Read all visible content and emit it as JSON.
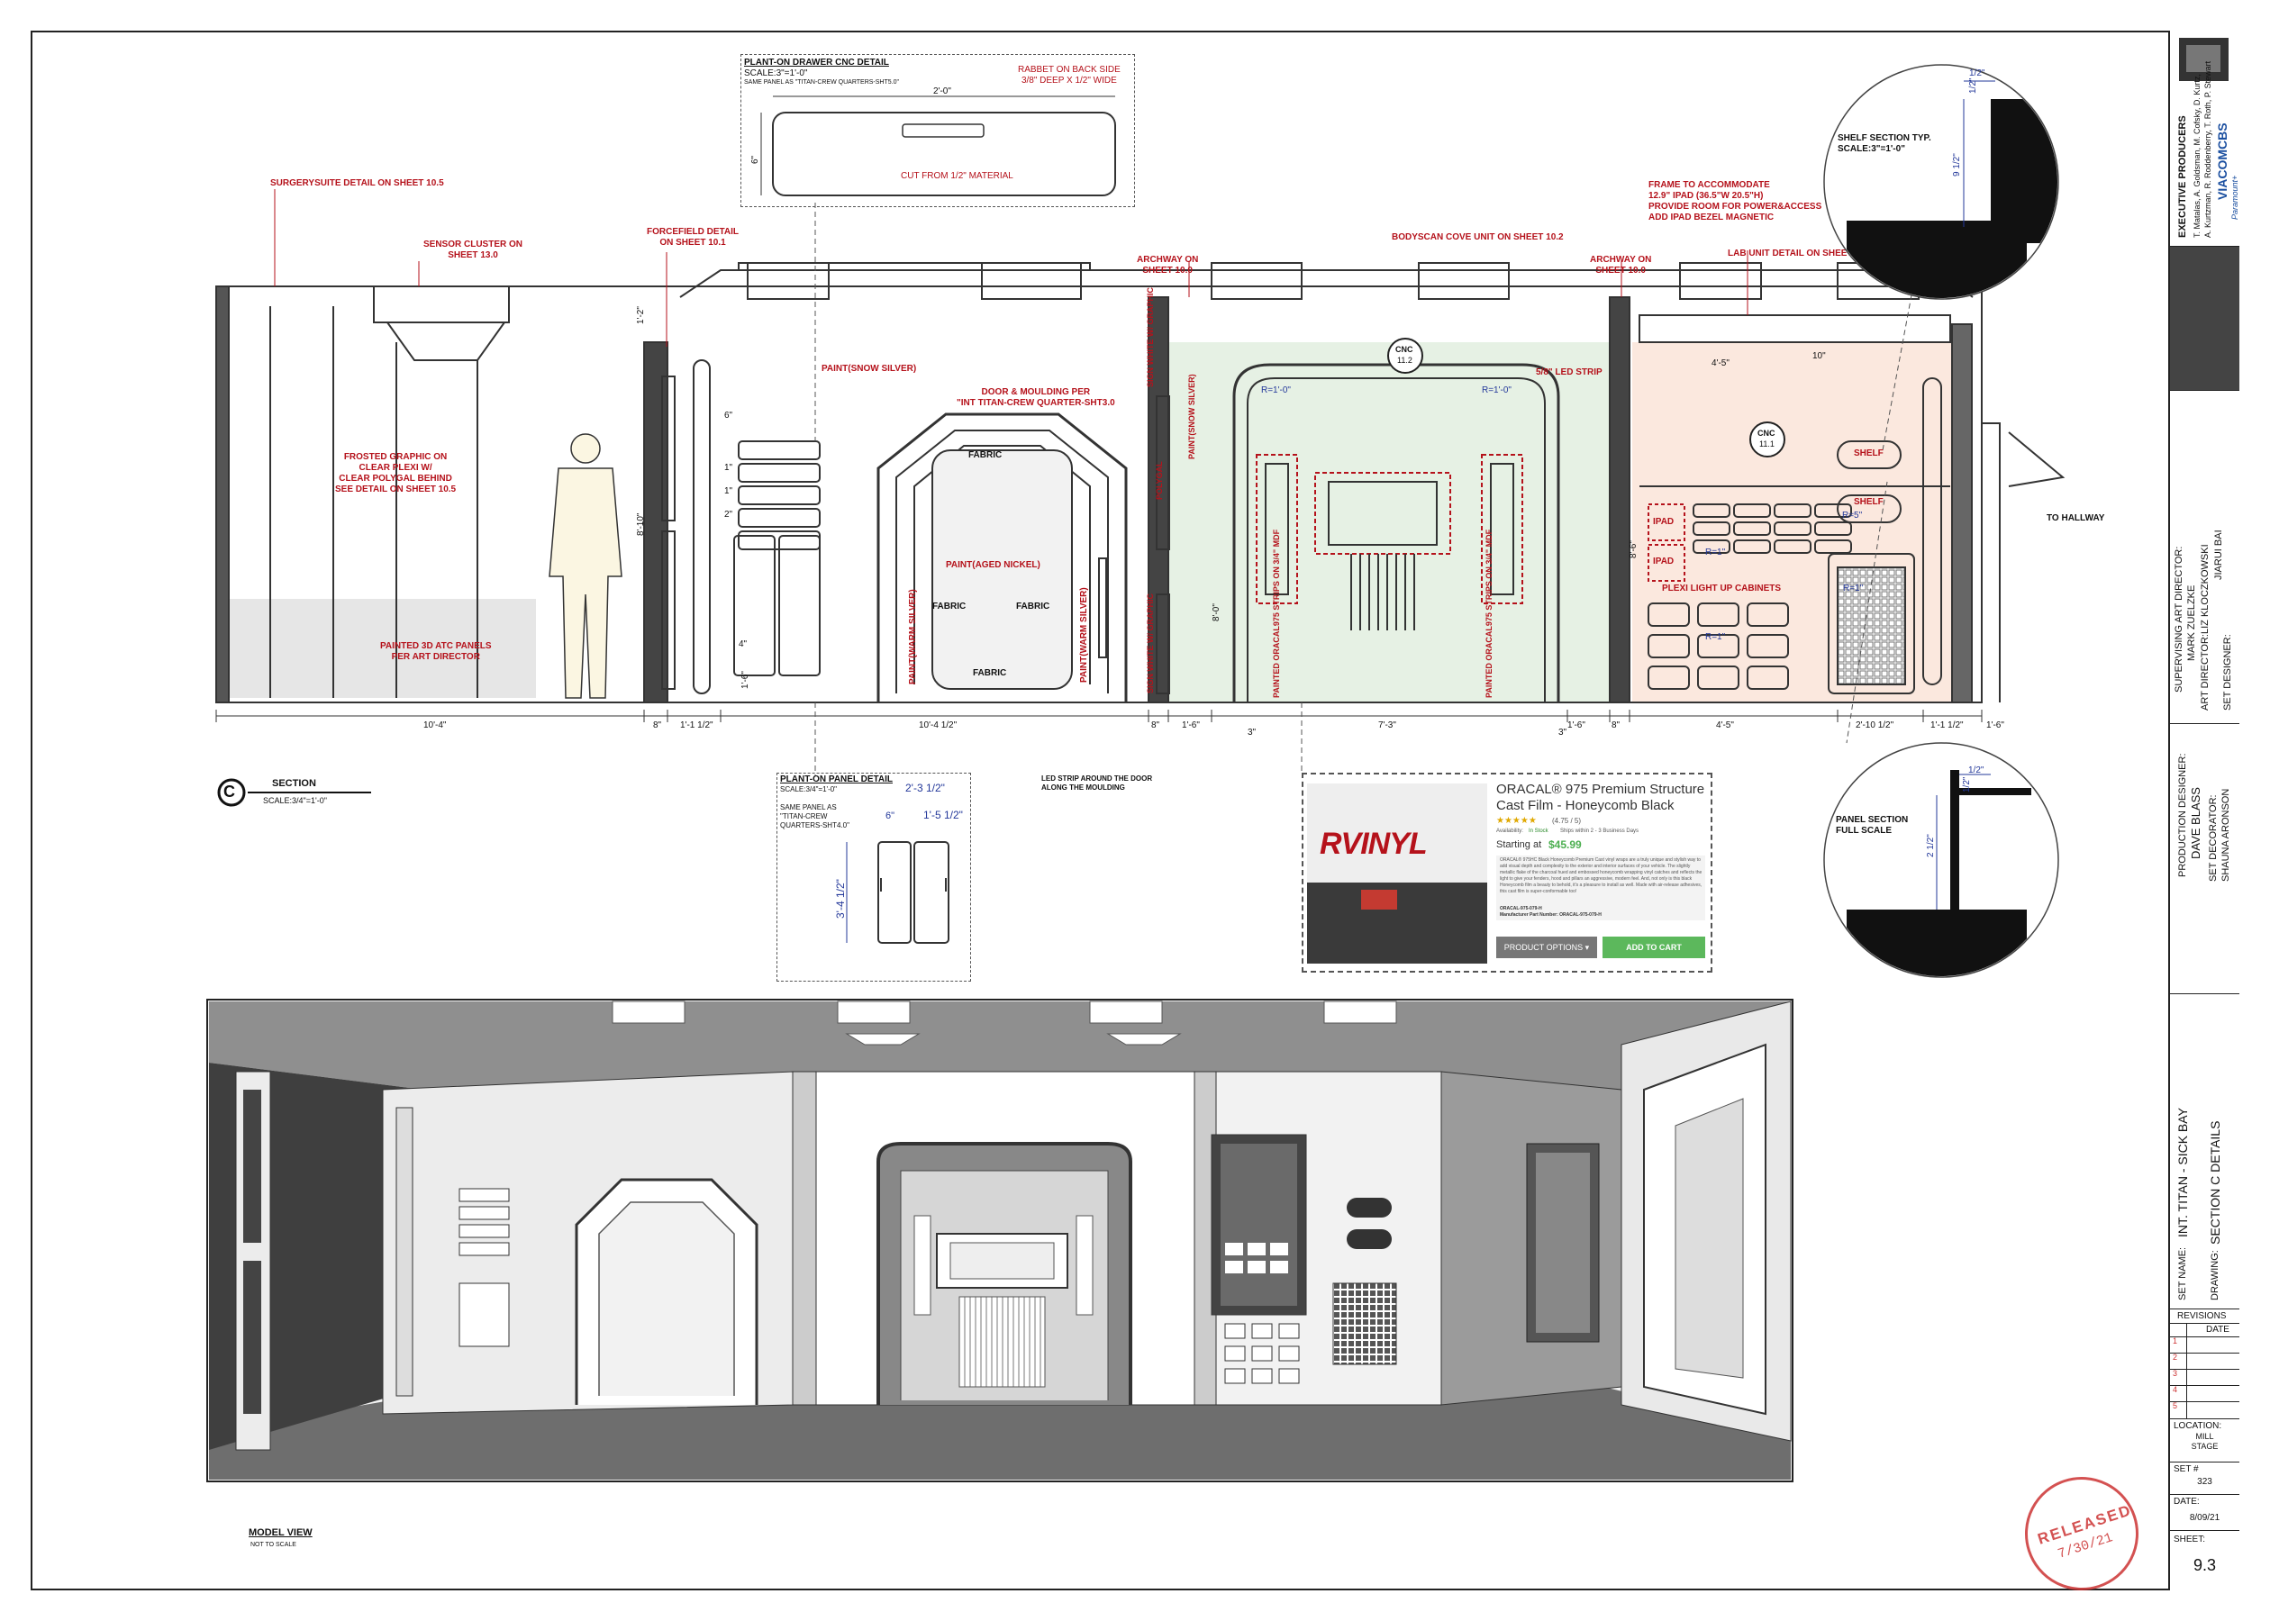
{
  "callouts": {
    "surgery_suite": "SURGERYSUITE DETAIL ON SHEET 10.5",
    "sensor_cluster": "SENSOR CLUSTER ON\nSHEET 13.0",
    "forcefield": "FORCEFIELD DETAIL\nON SHEET 10.1",
    "frosted": "FROSTED GRAPHIC ON\nCLEAR PLEXI W/\nCLEAR POLYGAL BEHIND\nSEE DETAIL ON SHEET 10.5",
    "painted_atc": "PAINTED 3D ATC PANELS\nPER ART DIRECTOR",
    "paint_snow_silver_1": "PAINT(SNOW SILVER)",
    "door_moulding": "DOOR & MOULDING PER\n\"INT TITAN-CREW QUARTER-SHT3.0",
    "fabric": "FABRIC",
    "paint_aged_nickel": "PAINT(AGED NICKEL)",
    "paint_warm_silver": "PAINT(WARM SILVER)",
    "archway_1": "ARCHWAY ON\nSHEET 10.0",
    "sign_white": "SIGN WHITE\nW/ GRAPHIC",
    "polygal": "POLYGAL",
    "paint_snow_silver_2": "PAINT(SNOW SILVER)",
    "bodyscan": "BODYSCAN COVE UNIT ON SHEET 10.2",
    "led_strip": "5/8\" LED STRIP",
    "cnc_1": "CNC",
    "cnc_1_num": "11.2",
    "cnc_2": "CNC",
    "cnc_2_num": "11.1",
    "painted_oracal": "PAINTED ORACAL975\nSTRIPS ON 3/4\" MDF",
    "archway_2": "ARCHWAY ON\nSHEET 10.0",
    "frame_ipad": "FRAME TO ACCOMMODATE\n12.9\" IPAD (36.5\"W 20.5\"H)\nPROVIDE ROOM FOR POWER&ACCESS\nADD IPAD BEZEL MAGNETIC",
    "lab_unit": "LAB UNIT DETAIL ON SHEET 10.4",
    "shelf": "SHELF",
    "ipad": "IPAD",
    "plexi_cabinets": "PLEXI LIGHT UP CABINETS",
    "to_hallway": "TO HALLWAY",
    "led_door": "LED STRIP AROUND THE DOOR\nALONG THE MOULDING"
  },
  "radii": {
    "r1_0": "R=1'-0\"",
    "r1": "R=1\"",
    "r5": "R=5\"",
    "r1_alt": "R=1\""
  },
  "dimensions_bottom": [
    "10'-4\"",
    "8\"",
    "1'-1 1/2\"",
    "10'-4 1/2\"",
    "8\"",
    "1'-6\"",
    "7'-3\"",
    "1'-6\"",
    "8\"",
    "4'-5\"",
    "2'-10 1/2\"",
    "1'-1 1/2\"",
    "1'-6\""
  ],
  "dimensions_misc": {
    "d_3_a": "3\"",
    "d_3_b": "3\"",
    "d_1_2": "1'-2\"",
    "d_8_10": "8'-10\"",
    "d_4": "4\"",
    "d_1_6": "1'-6\"",
    "d_8_0": "8'-0\"",
    "d_4_5": "4'-5\"",
    "d_10": "10\"",
    "d_8_6": "8'-6\"",
    "d_6": "6\"",
    "d_1": "1\"",
    "d_2": "2\""
  },
  "section": {
    "letter": "C",
    "title": "SECTION",
    "scale": "SCALE:3/4\"=1'-0\""
  },
  "drawer_detail": {
    "title": "PLANT-ON DRAWER CNC DETAIL",
    "scale": "SCALE:3\"=1'-0\"",
    "same": "SAME PANEL AS \"TITAN-CREW QUARTERS-SHT5.0\"",
    "width": "2'-0\"",
    "height": "6\"",
    "rabbet": "RABBET ON BACK SIDE\n3/8\" DEEP X 1/2\" WIDE",
    "cut": "CUT FROM 1/2\" MATERIAL"
  },
  "panel_detail": {
    "title": "PLANT-ON PANEL DETAIL",
    "scale": "SCALE:3/4\"=1'-0\"",
    "same": "SAME PANEL AS\n\"TITAN-CREW\nQUARTERS-SHT4.0\"",
    "w": "2'-3 1/2\"",
    "w2": "1'-5 1/2\"",
    "h": "3'-4 1/2\"",
    "h6": "6\""
  },
  "shelf_section": {
    "title": "SHELF SECTION TYP.\nSCALE:3\"=1'-0\"",
    "d_half_a": "1/2\"",
    "d_half_b": "1/2\"",
    "d_9": "9 1/2\""
  },
  "panel_section": {
    "title": "PANEL SECTION\nFULL SCALE",
    "d_half_a": "1/2\"",
    "d_half_b": "1/2\"",
    "d_2": "2 1/2\""
  },
  "product": {
    "title": "ORACAL® 975 Premium Structure\nCast Film - Honeycomb Black",
    "rating": "(4.75 / 5)",
    "availability": "Availability:",
    "in_stock": "In Stock",
    "ships": "Ships within 2 - 3 Business Days",
    "starting": "Starting at",
    "price": "$45.99",
    "desc": "ORACAL® 975HC Black Honeycomb Premium Cast vinyl wraps are a truly unique and stylish way to add visual depth and complexity to the exterior and interior surfaces of your vehicle. The slightly metallic flake of the charcoal hued and embossed honeycomb wrapping vinyl catches and reflects the light to give your fenders, hood and pillars an aggressive, modern feel. And, not only is this black Honeycomb film a beauty to behold, it's a pleasure to install as well. Made with air-release adhesives, this cast film is super-conformable too!",
    "code": "ORACAL-975-079-H",
    "part": "Manufacturer Part Number: ORACAL-975-079-H",
    "options": "PRODUCT OPTIONS",
    "add": "ADD TO CART",
    "brand": "RVINYL"
  },
  "model_view": {
    "title": "MODEL VIEW",
    "sub": "NOT TO SCALE"
  },
  "stamp": {
    "label": "RELEASED",
    "date": "7/30/21"
  },
  "titleblock": {
    "exec_label": "EXECUTIVE PRODUCERS",
    "exec_names_1": "T. Matalas, A. Goldsman, M. Cofsky, D. Kurtz,",
    "exec_names_2": "A. Kurtzman, R. Roddenberry, T. Roth, P. Stewart",
    "viacom": "VIACOMCBS",
    "paramount": "Paramount+",
    "sup_ad_label": "SUPERVISING ART DIRECTOR:",
    "sup_ad": "MARK ZUELZKE",
    "ad_label": "ART DIRECTOR:",
    "ad": "LIZ KLOCZKOWSKI",
    "sd_label": "SET DESIGNER:",
    "sd": "JIARUI BAI",
    "pd_label": "PRODUCTION DESIGNER:",
    "pd": "DAVE BLASS",
    "dec_label": "SET DECORATOR:",
    "dec": "SHAUNA ARONSON",
    "setname_label": "SET NAME:",
    "setname": "INT. TITAN - SICK BAY",
    "drawing_label": "DRAWING:",
    "drawing": "SECTION C DETAILS",
    "revisions": "REVISIONS",
    "date_head": "DATE",
    "rev_marks": [
      "1",
      "2",
      "3",
      "4",
      "5"
    ],
    "location_label": "LOCATION:",
    "location": "MILL\nSTAGE",
    "set_label": "SET #",
    "set_num": "323",
    "date_label": "DATE:",
    "date": "8/09/21",
    "sheet_label": "SHEET:",
    "sheet": "9.3"
  }
}
